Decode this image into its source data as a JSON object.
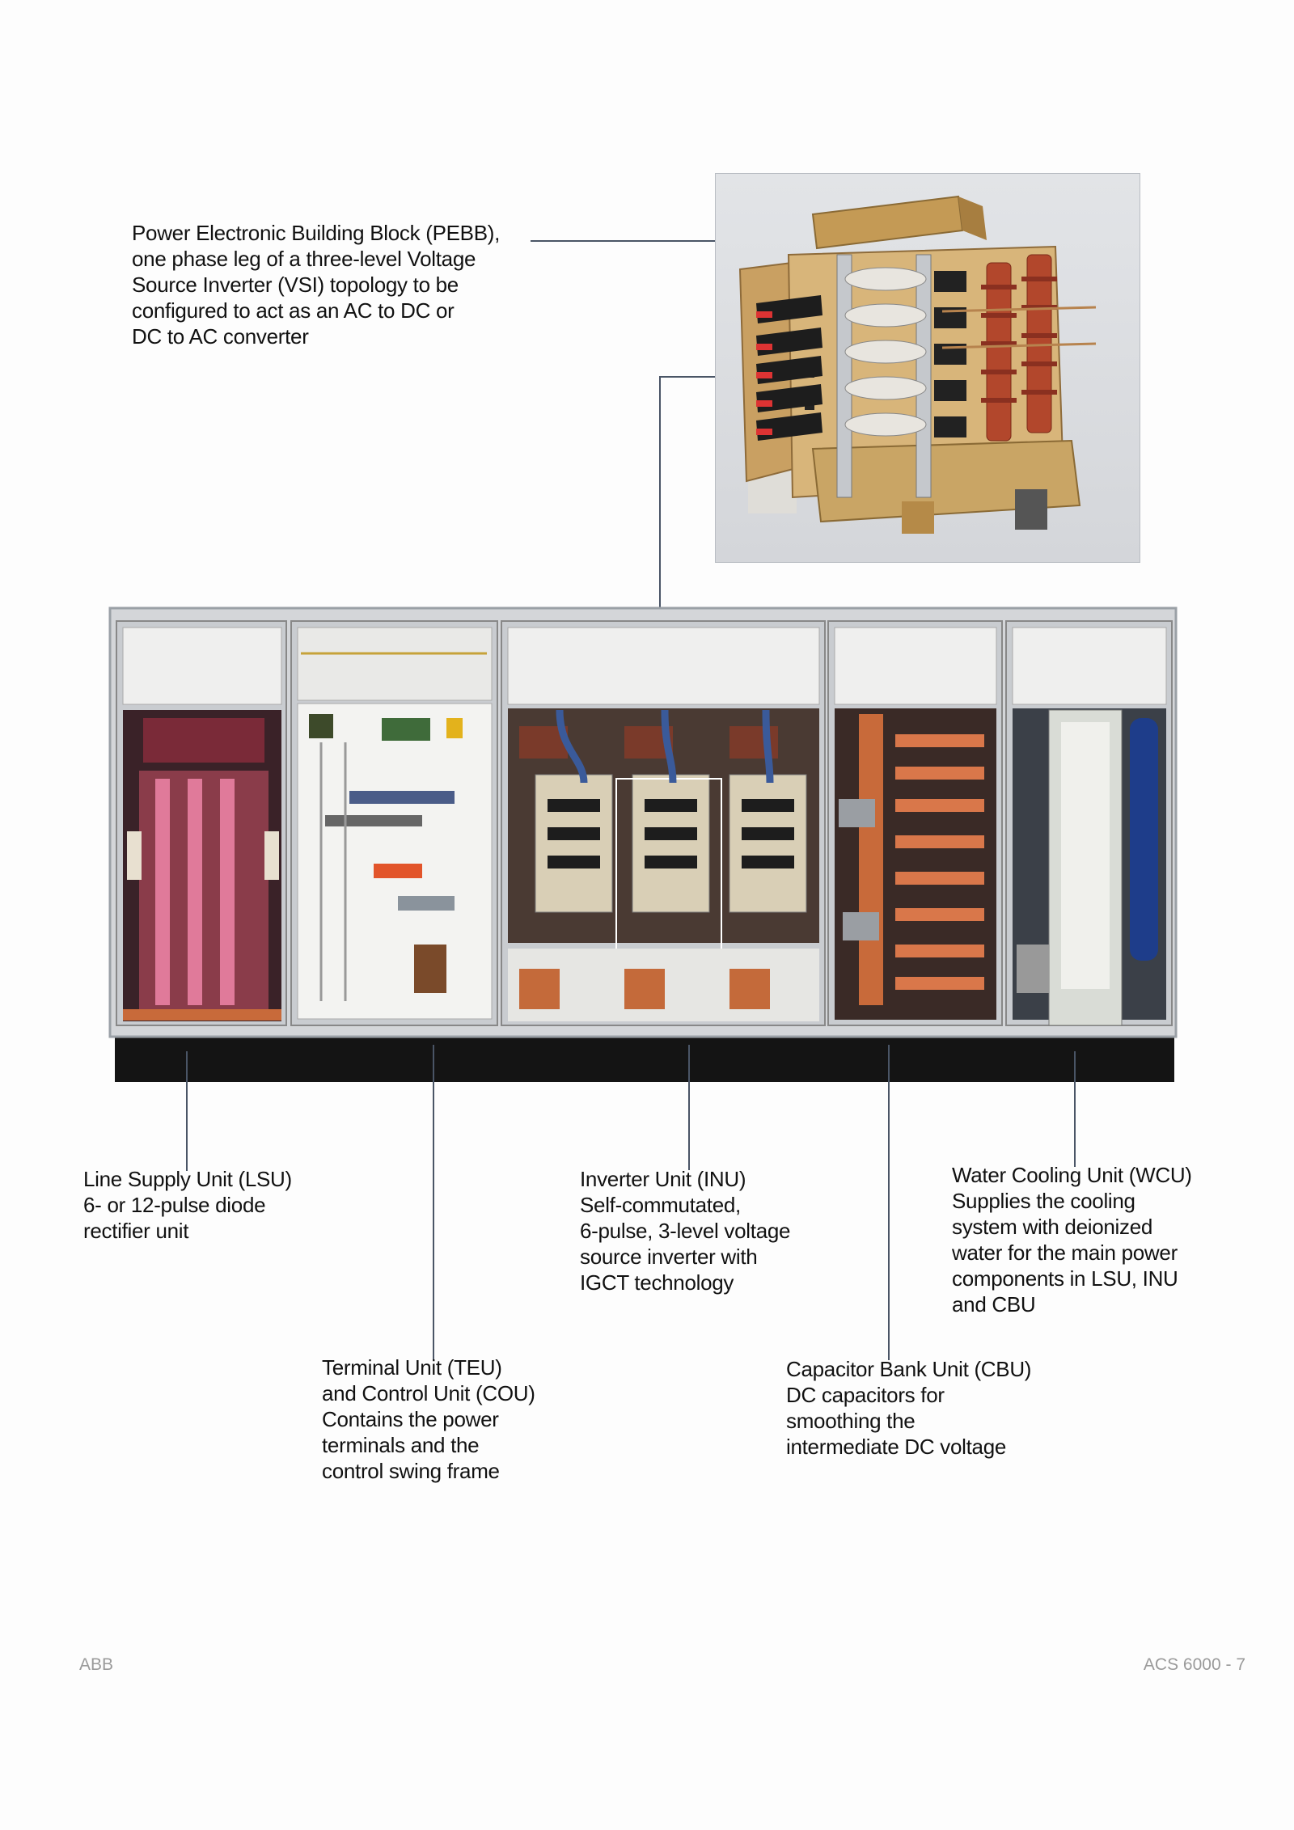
{
  "callouts": {
    "pebb": {
      "lines": [
        "Power Electronic Building Block (PEBB),",
        "one phase leg of a three-level Voltage",
        "Source Inverter (VSI) topology to be",
        "configured to act as an AC to DC or",
        "DC to AC converter"
      ]
    },
    "lsu": {
      "lines": [
        "Line Supply Unit (LSU)",
        "6- or 12-pulse diode",
        "rectifier unit"
      ]
    },
    "inu": {
      "lines": [
        "Inverter Unit (INU)",
        "Self-commutated,",
        "6-pulse, 3-level voltage",
        "source inverter with",
        "IGCT technology"
      ]
    },
    "wcu": {
      "lines": [
        "Water Cooling Unit (WCU)",
        "Supplies the cooling",
        "system with deionized",
        "water for the main power",
        "components in LSU, INU",
        "and CBU"
      ]
    },
    "teu": {
      "lines": [
        "Terminal Unit (TEU)",
        "and Control Unit (COU)",
        "Contains the power",
        "terminals and the",
        "control swing frame"
      ]
    },
    "cbu": {
      "lines": [
        "Capacitor Bank Unit (CBU)",
        "DC capacitors for",
        "smoothing the",
        "intermediate DC voltage"
      ]
    }
  },
  "footer": {
    "left": "ABB",
    "right": "ACS 6000 - 7"
  },
  "colors": {
    "leader_line": "#4a5566",
    "footer_text": "#9a9a9a",
    "cabinet_frame": "#c9ccd0",
    "copper": "#c86a3a"
  }
}
